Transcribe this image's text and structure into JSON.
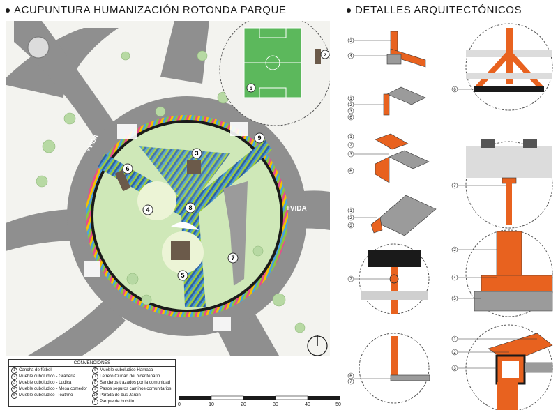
{
  "titles": {
    "left": "ACUPUNTURA HUMANIZACIÓN ROTONDA PARQUE",
    "right": "DETALLES ARQUITECTÓNICOS"
  },
  "map_labels": {
    "vida_1": "+VIDA",
    "vida_2": "+VIDA",
    "marker_1": "1",
    "marker_2": "2",
    "marker_3": "3",
    "marker_4": "4",
    "marker_5": "5",
    "marker_6": "6",
    "marker_7": "7",
    "marker_8": "8",
    "marker_9": "9"
  },
  "legend": {
    "title": "CONVENCIONES",
    "items_left": [
      {
        "num": "1",
        "text": "Cancha de fútbol"
      },
      {
        "num": "2",
        "text": "Mueble cuboludico - Graderia"
      },
      {
        "num": "3",
        "text": "Mueble cuboludico - Ludica"
      },
      {
        "num": "4",
        "text": "Mueble cuboludico - Mesa comedor"
      },
      {
        "num": "5",
        "text": "Mueble cuboludico -Teatrino"
      }
    ],
    "items_right": [
      {
        "num": "6",
        "text": "Mueble cuboludico Hamaca"
      },
      {
        "num": "7",
        "text": "Letrero Ciudad del bicentenario"
      },
      {
        "num": "8",
        "text": "Senderos trazados por la comunidad"
      },
      {
        "num": "9",
        "text": "Pasos seguros caminos comunitarios"
      },
      {
        "num": "10",
        "text": "Parada de bus Jardin"
      },
      {
        "num": "11",
        "text": "Parque de bolsillo"
      }
    ]
  },
  "scale": {
    "ticks": [
      "0",
      "10",
      "20",
      "30",
      "40",
      "50"
    ]
  },
  "details": {
    "d1": [
      "3",
      "4"
    ],
    "d2": [
      "1",
      "2",
      "3",
      "6"
    ],
    "d3": [
      "1",
      "2",
      "3",
      "6"
    ],
    "d4": [
      "1",
      "2",
      "3"
    ],
    "d5": [
      "7"
    ],
    "d6": [
      "6",
      "7"
    ],
    "c1": [
      "6"
    ],
    "c2": [
      "7"
    ],
    "c3": [
      "2",
      "4",
      "5"
    ],
    "c4": [
      "1",
      "2",
      "3"
    ]
  },
  "colors": {
    "orange": "#e8621f",
    "road": "#8a8a8a",
    "grass": "#cfe8b8",
    "field": "#5cb85c"
  }
}
